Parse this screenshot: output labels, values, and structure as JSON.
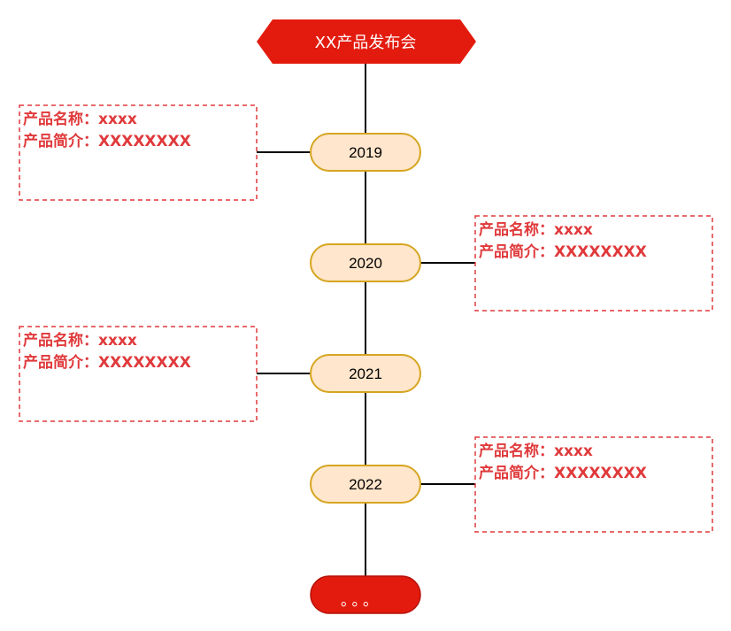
{
  "header": {
    "title": "XX产品发布会",
    "color": "#e31b0e"
  },
  "timeline": {
    "line_color": "#000000",
    "node_fill": "#ffe6cc",
    "node_stroke": "#d6a520",
    "card_border": "#e0393b",
    "entries": [
      {
        "year": "2019",
        "side": "left",
        "name_line": "产品名称：xxxx",
        "intro_line": "产品简介：XXXXXXXX"
      },
      {
        "year": "2020",
        "side": "right",
        "name_line": "产品名称：xxxx",
        "intro_line": "产品简介：XXXXXXXX"
      },
      {
        "year": "2021",
        "side": "left",
        "name_line": "产品名称：xxxx",
        "intro_line": "产品简介：XXXXXXXX"
      },
      {
        "year": "2022",
        "side": "right",
        "name_line": "产品名称：xxxx",
        "intro_line": "产品简介：XXXXXXXX"
      }
    ],
    "end_node": {
      "label": "。。。",
      "color": "#e31b0e"
    }
  }
}
